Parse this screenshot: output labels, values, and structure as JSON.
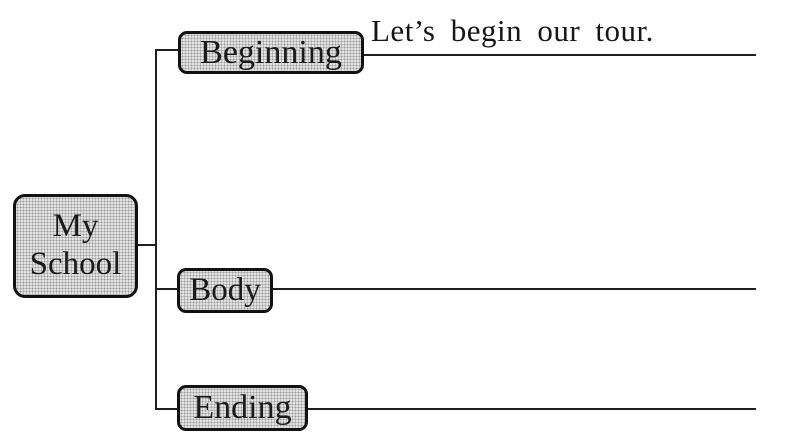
{
  "diagram": {
    "root": {
      "label": "My School",
      "label_lines": [
        "My",
        "School"
      ]
    },
    "branches": [
      {
        "label": "Beginning",
        "annotation": "Let’s begin our tour."
      },
      {
        "label": "Body"
      },
      {
        "label": "Ending"
      }
    ]
  },
  "colors": {
    "background": "#ffffff",
    "line": "#1f1f1f",
    "box_fill": "#d8d8d8",
    "box_border": "#121212",
    "text": "#161616"
  }
}
